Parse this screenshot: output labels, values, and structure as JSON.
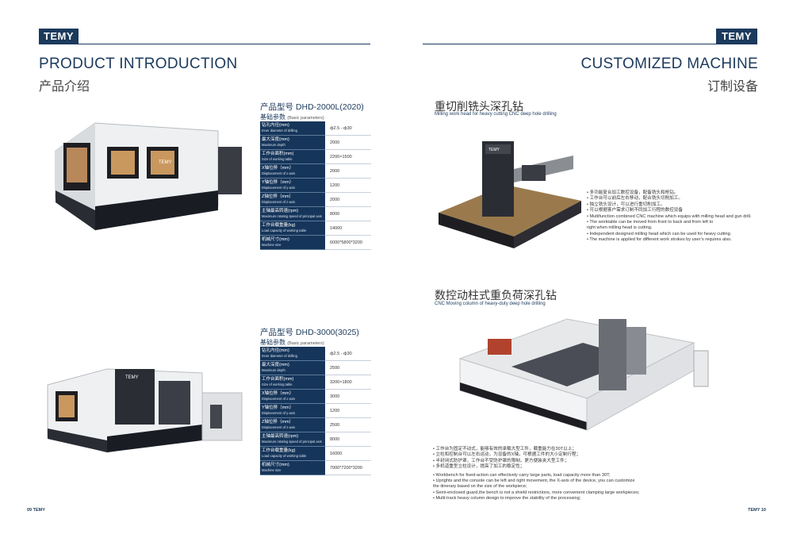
{
  "brand": "TEMY",
  "left": {
    "title_en": "PRODUCT INTRODUCTION",
    "title_cn": "产品介绍",
    "products": [
      {
        "model": "产品型号 DHD-2000L(2020)",
        "params_cn": "基础参数",
        "params_en": "(Basic parameters)",
        "rows": [
          {
            "cn": "钻孔内径(mm)",
            "en": "Inner diameter of drilling",
            "value": "ф2.5 - ф30"
          },
          {
            "cn": "最大深度(mm)",
            "en": "Maximum depth",
            "value": "2000"
          },
          {
            "cn": "工作台面积(mm)",
            "en": "Size of working table",
            "value": "2200×1500"
          },
          {
            "cn": "X轴位移（mm）",
            "en": "Displacement of x-axis",
            "value": "2000"
          },
          {
            "cn": "Y轴位移（mm）",
            "en": "Displacement of y-axis",
            "value": "1200"
          },
          {
            "cn": "Z轴位移（mm）",
            "en": "Displacement of z-axis",
            "value": "2000"
          },
          {
            "cn": "主轴最高转速(rpm)",
            "en": "Maximum rotating speed of principal axis",
            "value": "8000"
          },
          {
            "cn": "工作台载重量(kg)",
            "en": "Load capacity of working table",
            "value": "14000"
          },
          {
            "cn": "机械尺寸(mm)",
            "en": "Machine size",
            "value": "6000*5800*3200"
          }
        ]
      },
      {
        "model": "产品型号 DHD-3000(3025)",
        "params_cn": "基础参数",
        "params_en": "(Basic parameters)",
        "rows": [
          {
            "cn": "钻孔内径(mm)",
            "en": "Inner diameter of drilling",
            "value": "ф2.5 - ф30"
          },
          {
            "cn": "最大深度(mm)",
            "en": "Maximum depth",
            "value": "2500"
          },
          {
            "cn": "工作台面积(mm)",
            "en": "Size of working table",
            "value": "3200×1800"
          },
          {
            "cn": "X轴位移（mm）",
            "en": "Displacement of x-axis",
            "value": "3000"
          },
          {
            "cn": "Y轴位移（mm）",
            "en": "Displacement of y-axis",
            "value": "1200"
          },
          {
            "cn": "Z轴位移（mm）",
            "en": "Displacement of z-axis",
            "value": "2500"
          },
          {
            "cn": "主轴最高转速(rpm)",
            "en": "Maximum rotating speed of principal axis",
            "value": "8000"
          },
          {
            "cn": "工作台载重量(kg)",
            "en": "Load capacity of working table",
            "value": "16000"
          },
          {
            "cn": "机械尺寸(mm)",
            "en": "Machine size",
            "value": "7000*7200*3200"
          }
        ]
      }
    ],
    "page_number": "09",
    "page_brand": "TEMY"
  },
  "right": {
    "title_en": "CUSTOMIZED MACHINE",
    "title_cn": "订制设备",
    "sections": [
      {
        "title_cn": "重切削铣头深孔钻",
        "title_en": "Milling work head for heavy cutting CNC deep hole drilling",
        "features_cn": [
          "• 多功能复合加工数控设备，配备铣头和枪钻。",
          "• 工作台可以前后左右移动，配合铣头切削加工。",
          "• 独立铣头设计，可以进行重切削加工。",
          "• 可以根据客户需求订制不同加工行程的数控设备"
        ],
        "features_en": [
          "• Multifunction combined CNC machine which equips with milling head and gun drill.",
          "• The worktable can be moved from front to back and from left to",
          "  right when milling head is cutting.",
          "• Independent designed milling head which can be used for heavy cutting.",
          "• The machine is applied for different work strokes by user’s requires also."
        ]
      },
      {
        "title_cn": "数控动柱式重负荷深孔钻",
        "title_en": "CNC Moving column of heavy-duty deep hole drilling",
        "features_cn": [
          "• 工作台为固定不动式，能够有效的承载大型工件，载重能力在30T以上；",
          "• 立柱和控制台可以左右运动，为设备的X轴，可根据工件的大小定制行程；",
          "• 半封闭式防护罩，工作台不受防护罩的限制，更方便装夹大型工件；",
          "• 多机道重型立柱设计，提高了加工的稳定性；"
        ],
        "features_en": [
          "• Workbench for fixed-action can effectively carry large parts, load capacity more than 30T;",
          "• Uprights and the console can be left and right movement, the X-axis of the device, you can customize",
          "  the itinerary based on the size of the workpiece;",
          "• Semi-enclosed guard,the bench is not a shield restrictions, more convenient clamping large workpieces;",
          "• Multi-track heavy column design to improve the stability of the processing;"
        ]
      }
    ],
    "page_brand": "TEMY",
    "page_number": "10"
  },
  "machine_labels": {
    "logo": "TEMY"
  }
}
